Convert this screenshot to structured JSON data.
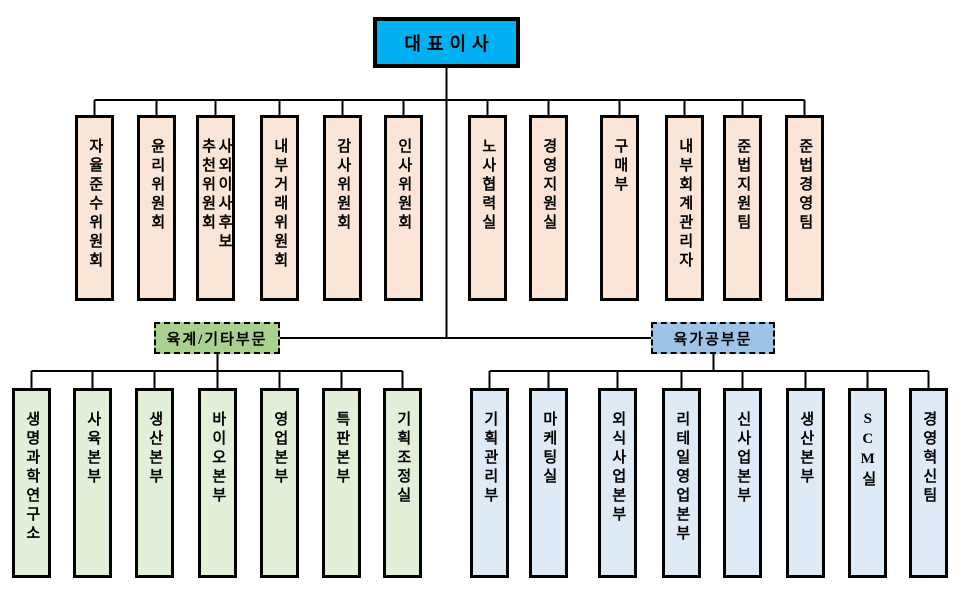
{
  "ceo": {
    "label": "대표이사"
  },
  "staff": {
    "items": [
      "자율준수위원회",
      "윤리위원회",
      "사외이사후보\n추천위원회",
      "내부거래위원회",
      "감사위원회",
      "인사위원회",
      "노사협력실",
      "경영지원실",
      "구매부",
      "내부회계관리자",
      "준법지원팀",
      "준법경영팀"
    ]
  },
  "divisions": [
    {
      "label": "육계/기타부문",
      "fill": "#A9D18E",
      "unit_fill": "#E2F0D9",
      "units": [
        "생명과학연구소",
        "사육본부",
        "생산본부",
        "바이오본부",
        "영업본부",
        "특판본부",
        "기획조정실"
      ]
    },
    {
      "label": "육가공부문",
      "fill": "#9DC3E6",
      "unit_fill": "#DEEAF6",
      "units": [
        "기획관리부",
        "마케팅실",
        "외식사업본부",
        "리테일영업본부",
        "신사업본부",
        "생산본부",
        "SCM실",
        "경영혁신팀"
      ]
    }
  ],
  "palette": {
    "ceo_fill": "#00B0F0",
    "staff_fill": "#FBE5D6",
    "line": "#000000"
  }
}
